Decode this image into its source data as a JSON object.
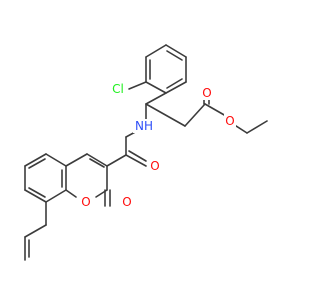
{
  "structure": {
    "atom_labels": {
      "cl": "Cl",
      "o_carbonyl_ester": "O",
      "o_ether_ester": "O",
      "nh": "NH",
      "o_amide": "O",
      "o_ring": "O",
      "o_lactone": "O"
    },
    "colors": {
      "bond": "#3c3c3c",
      "oxygen": "#ff0d0d",
      "nitrogen": "#3050f8",
      "chlorine": "#1ff01f"
    }
  }
}
